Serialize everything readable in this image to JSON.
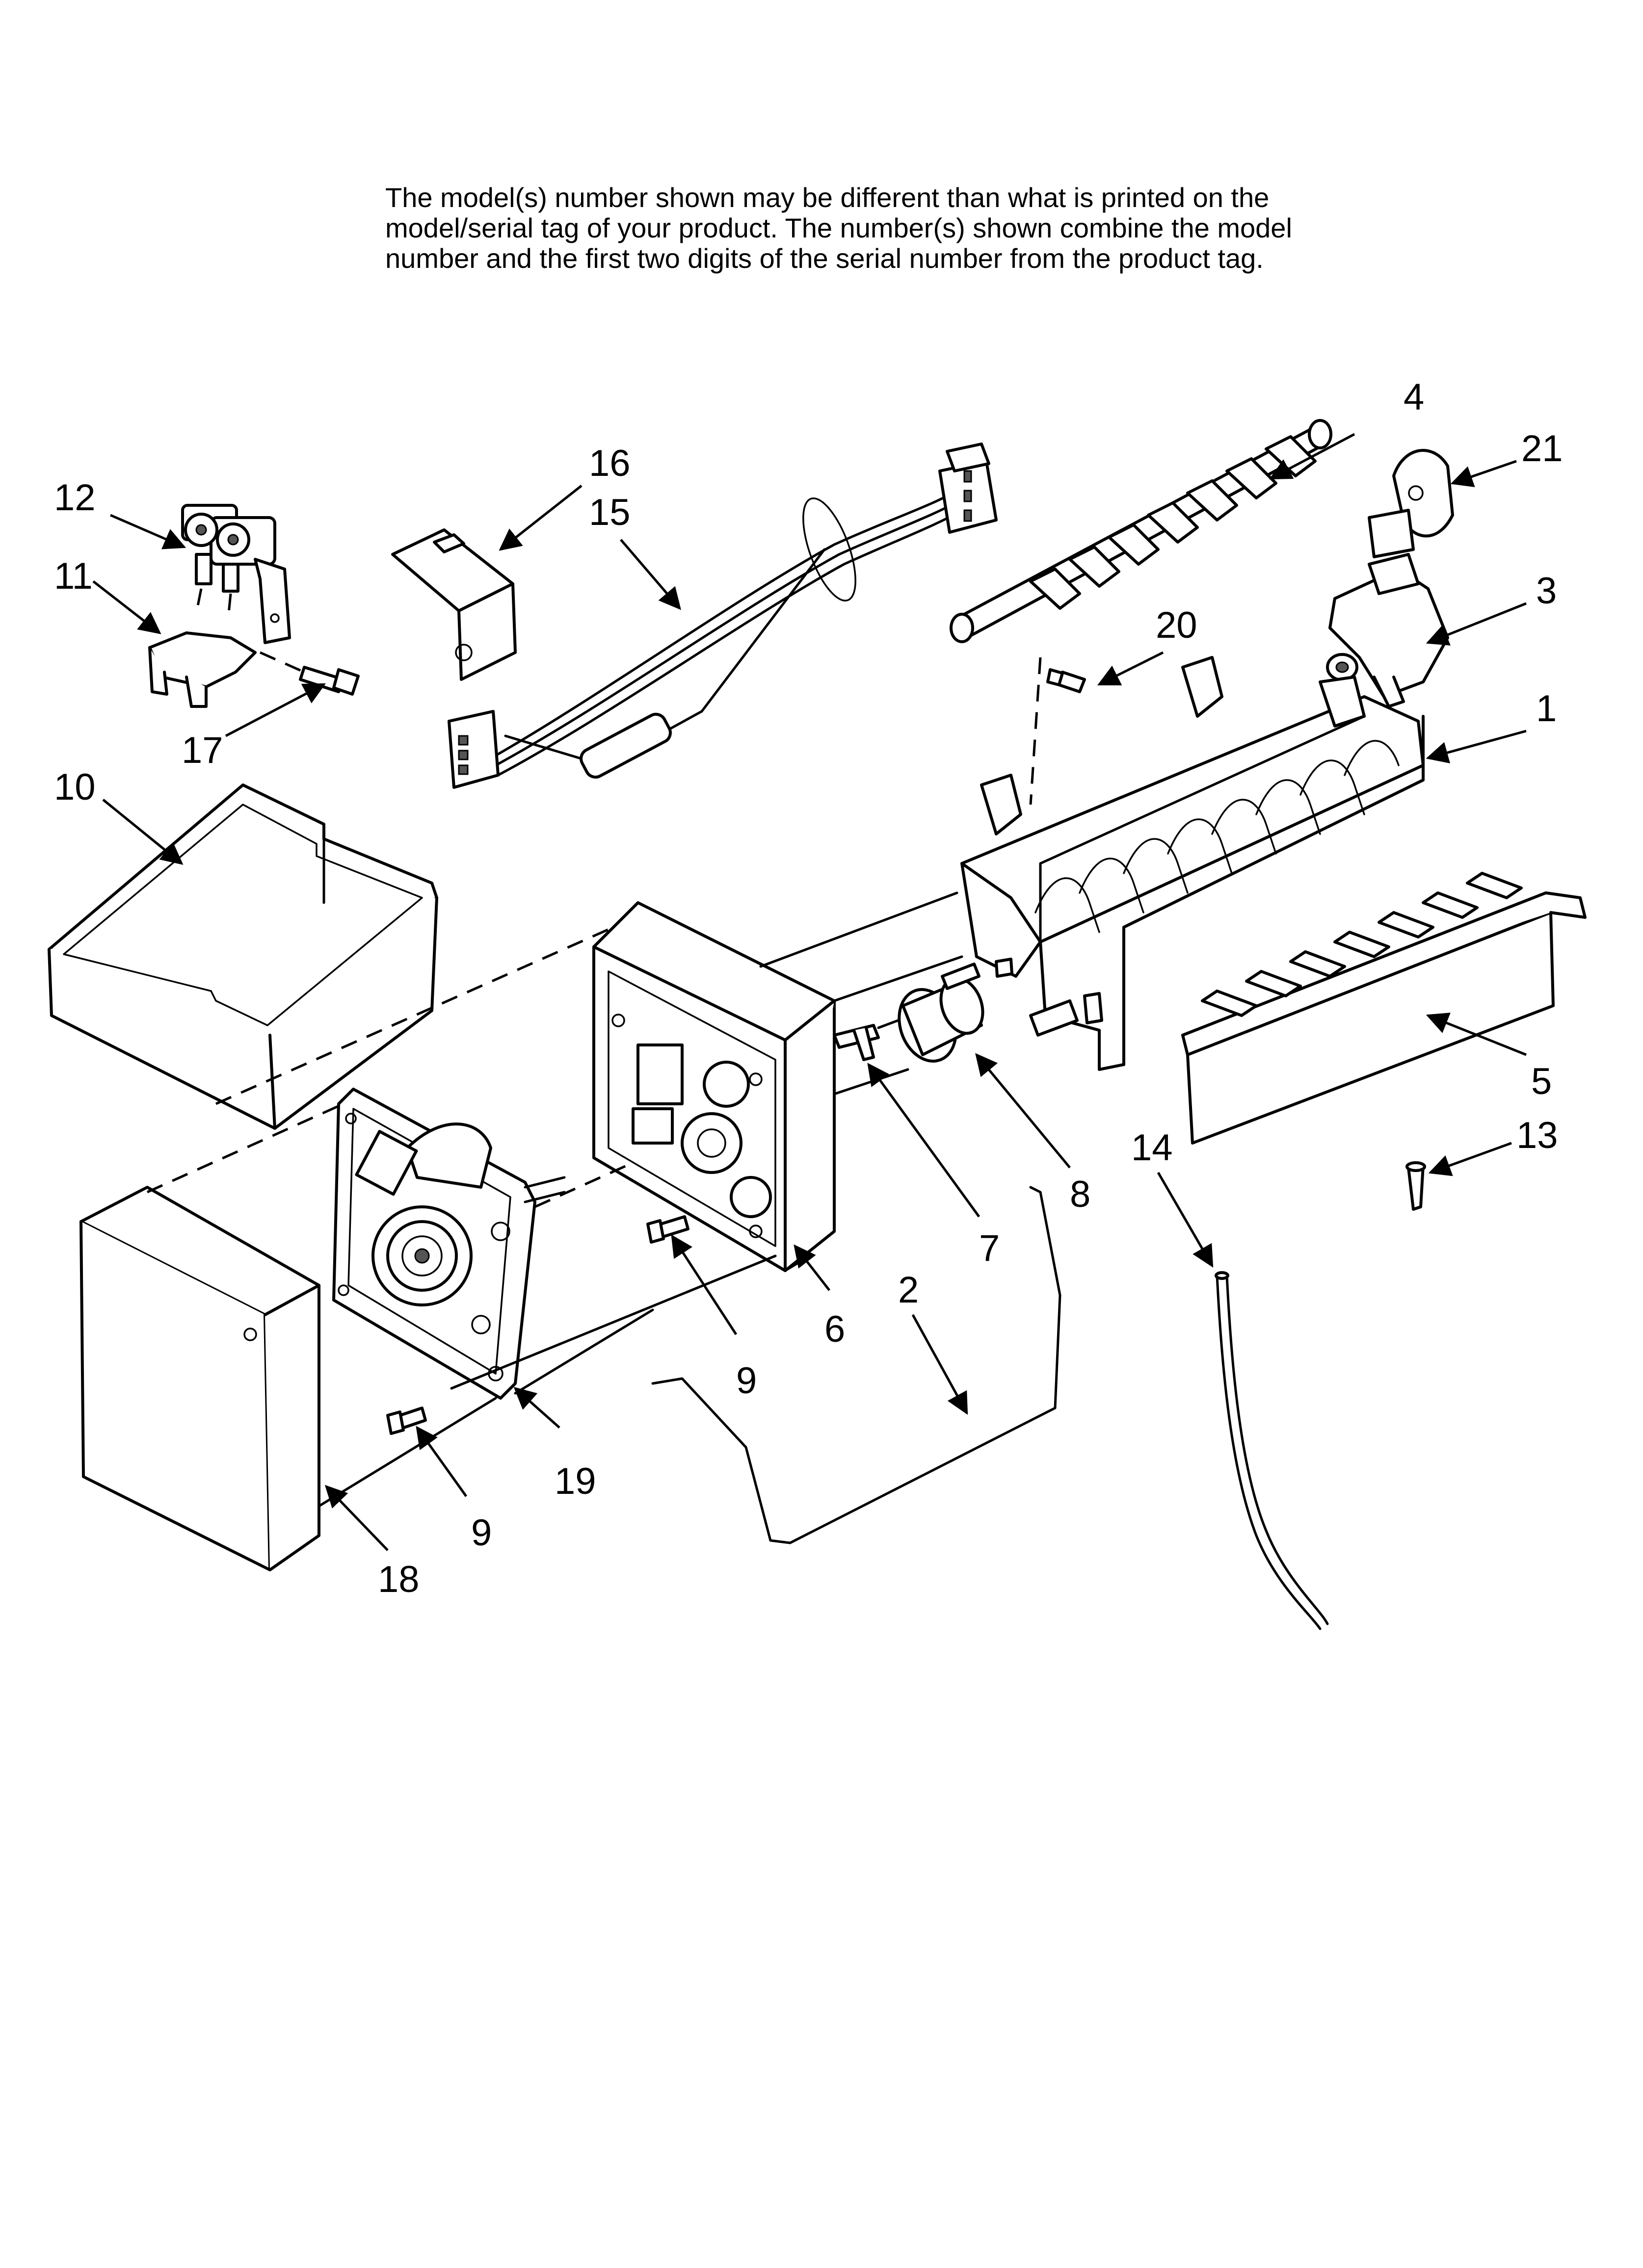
{
  "note_lines": [
    "The model(s) number shown may be different than what is printed on the",
    "model/serial tag of your product. The number(s) shown combine the model",
    "number and the first two digits of the serial number from the product tag."
  ],
  "callouts": {
    "c1": "1",
    "c2": "2",
    "c3": "3",
    "c4": "4",
    "c5": "5",
    "c6": "6",
    "c7": "7",
    "c8": "8",
    "c9a": "9",
    "c9b": "9",
    "c10": "10",
    "c11": "11",
    "c12": "12",
    "c13": "13",
    "c14": "14",
    "c15": "15",
    "c16": "16",
    "c17": "17",
    "c18": "18",
    "c19": "19",
    "c20": "20",
    "c21": "21"
  }
}
